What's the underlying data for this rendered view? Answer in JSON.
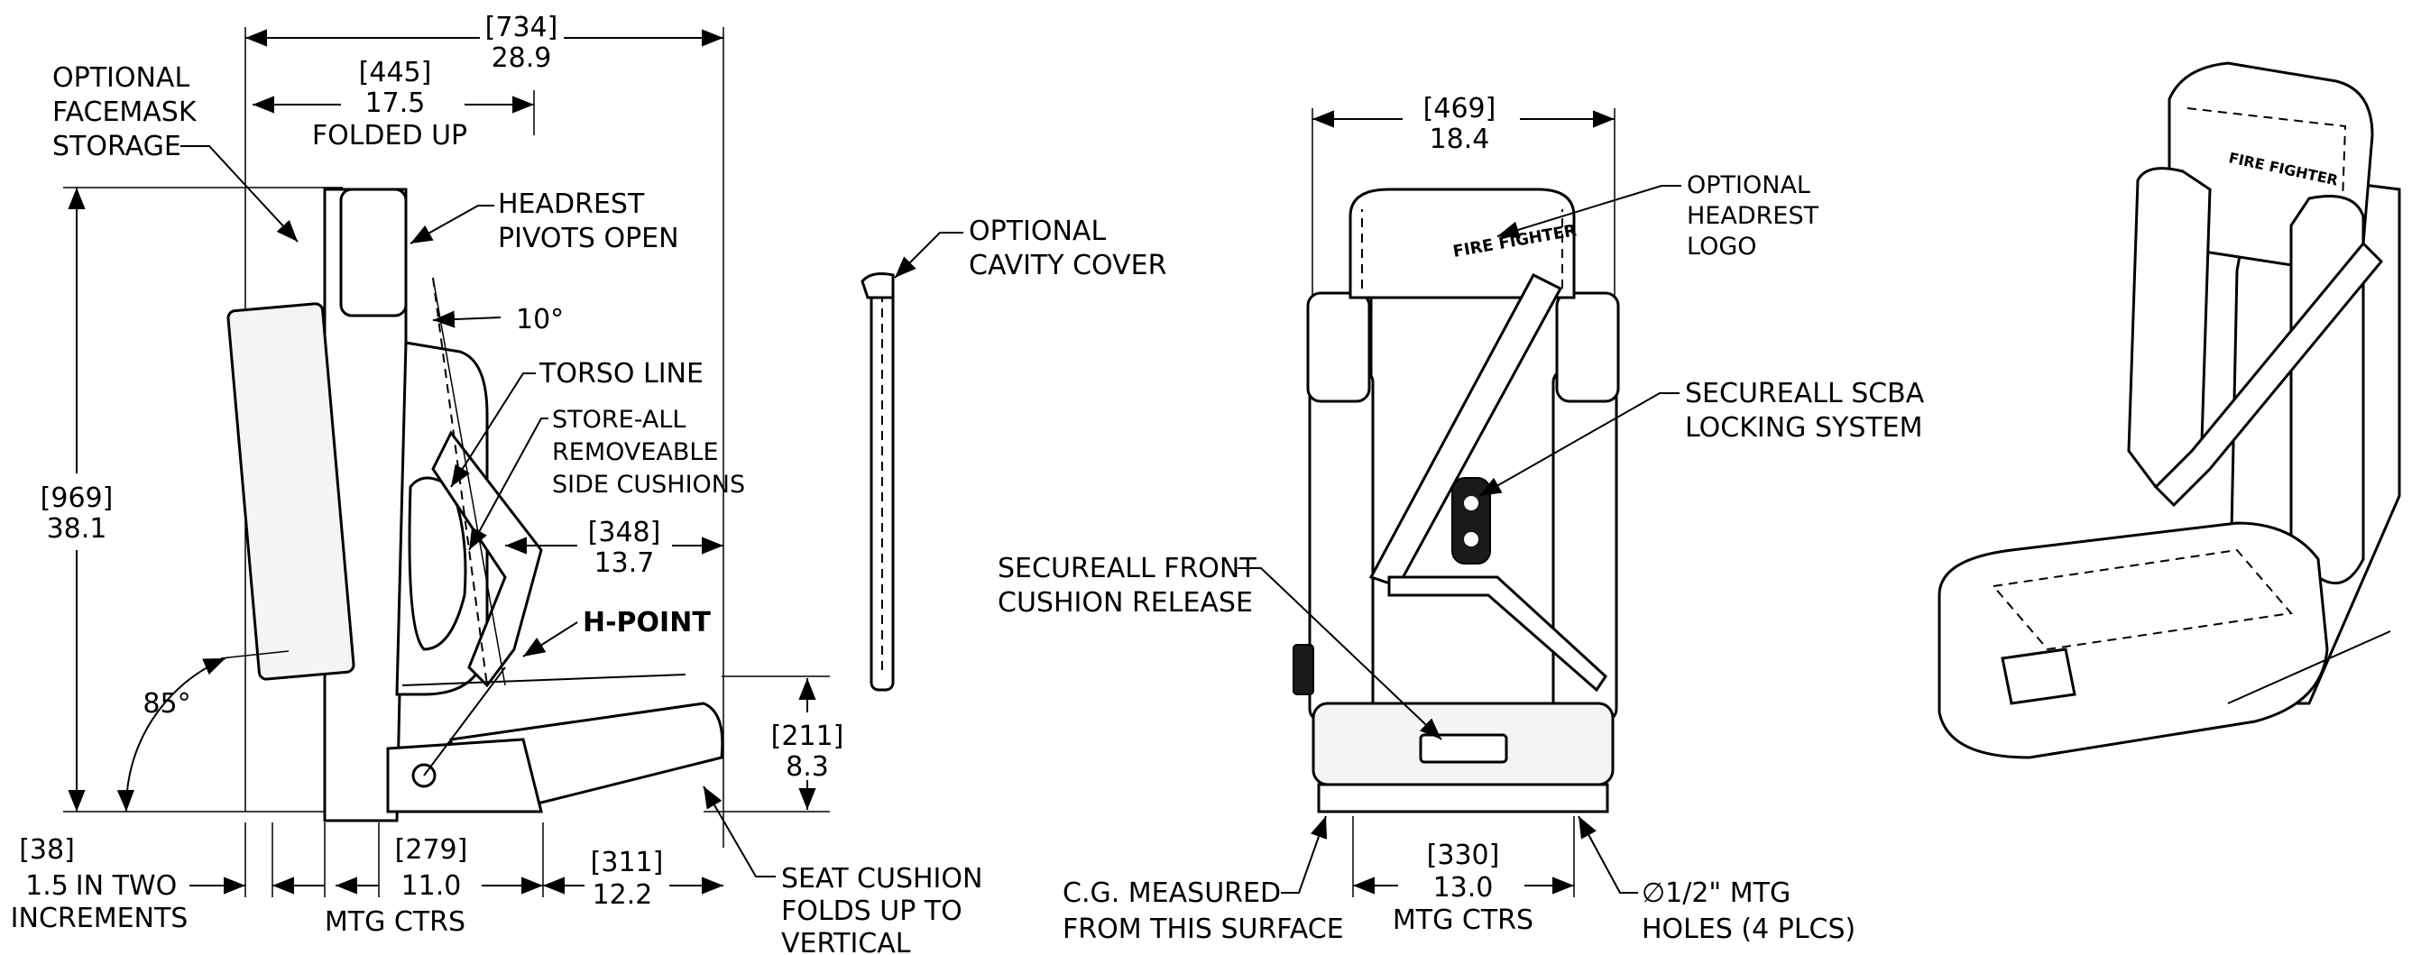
{
  "side_view": {
    "overall_width": {
      "mm": "[734]",
      "in": "28.9"
    },
    "folded_width": {
      "mm": "[445]",
      "in": "17.5",
      "note": "FOLDED UP"
    },
    "overall_height": {
      "mm": "[969]",
      "in": "38.1"
    },
    "front_depth": {
      "mm": "[348]",
      "in": "13.7"
    },
    "cushion_height": {
      "mm": "[211]",
      "in": "8.3"
    },
    "adjust": {
      "mm": "[38]",
      "in": "1.5",
      "note": "IN TWO",
      "note2": "INCREMENTS"
    },
    "mtg_ctrs": {
      "mm": "[279]",
      "in": "11.0",
      "note": "MTG CTRS"
    },
    "cushion_depth": {
      "mm": "[311]",
      "in": "12.2"
    },
    "angle_back": "85°",
    "angle_torso": "10°",
    "callouts": {
      "facemask": [
        "OPTIONAL",
        "FACEMASK",
        "STORAGE"
      ],
      "headrest": [
        "HEADREST",
        "PIVOTS OPEN"
      ],
      "torso": "TORSO LINE",
      "store_all": [
        "STORE-ALL",
        "REMOVEABLE",
        "SIDE CUSHIONS"
      ],
      "hpoint": "H-POINT",
      "seat_folds": [
        "SEAT CUSHION",
        "FOLDS UP TO",
        "VERTICAL"
      ]
    }
  },
  "cavity": {
    "callout": [
      "OPTIONAL",
      "CAVITY COVER"
    ]
  },
  "front_view": {
    "width": {
      "mm": "[469]",
      "in": "18.4"
    },
    "mtg_ctrs": {
      "mm": "[330]",
      "in": "13.0",
      "note": "MTG CTRS"
    },
    "callouts": {
      "logo": [
        "OPTIONAL",
        "HEADREST",
        "LOGO"
      ],
      "scba": [
        "SECUREALL SCBA",
        "LOCKING SYSTEM"
      ],
      "front_release": [
        "SECUREALL FRONT",
        "CUSHION RELEASE"
      ],
      "cg": [
        "C.G. MEASURED",
        "FROM THIS SURFACE"
      ],
      "holes": [
        "∅1/2\" MTG",
        "HOLES (4 PLCS)"
      ]
    }
  },
  "logo_text": "FIRE FIGHTER"
}
